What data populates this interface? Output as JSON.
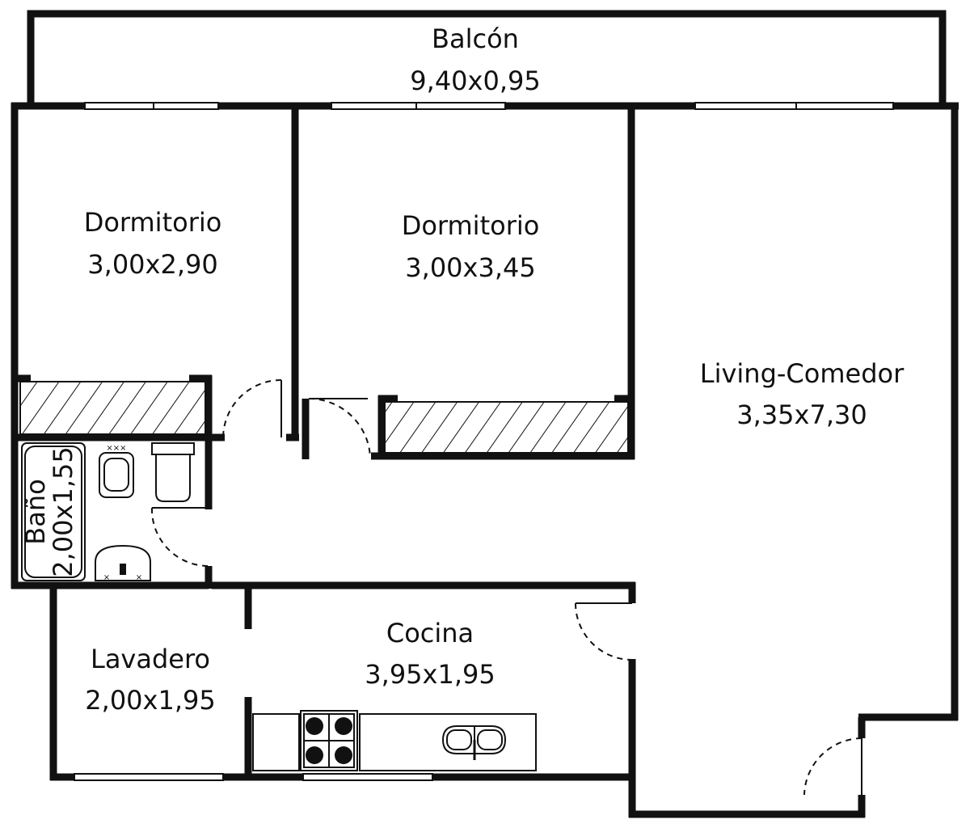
{
  "rooms": {
    "balcon": {
      "name": "Balcón",
      "dims": "9,40x0,95"
    },
    "dorm1": {
      "name": "Dormitorio",
      "dims": "3,00x2,90"
    },
    "dorm2": {
      "name": "Dormitorio",
      "dims": "3,00x3,45"
    },
    "living": {
      "name": "Living-Comedor",
      "dims": "3,35x7,30"
    },
    "bano": {
      "name": "Baño",
      "dims": "2,00x1,55"
    },
    "lavadero": {
      "name": "Lavadero",
      "dims": "2,00x1,95"
    },
    "cocina": {
      "name": "Cocina",
      "dims": "3,95x1,95"
    }
  }
}
